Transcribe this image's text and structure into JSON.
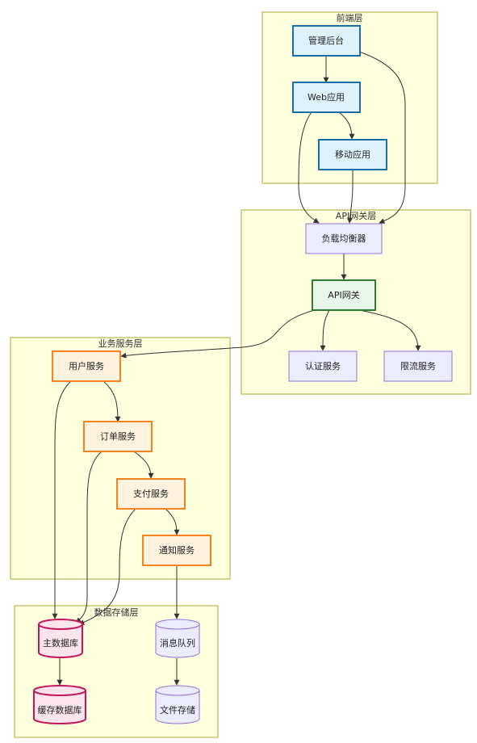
{
  "clusters": {
    "frontend": "前端层",
    "api": "API网关层",
    "business": "业务服务层",
    "data": "数据存储层"
  },
  "nodes": {
    "admin": "管理后台",
    "web": "Web应用",
    "mobile": "移动应用",
    "lb": "负载均衡器",
    "gateway": "API网关",
    "auth": "认证服务",
    "ratelimit": "限流服务",
    "user": "用户服务",
    "order": "订单服务",
    "pay": "支付服务",
    "notify": "通知服务",
    "maindb": "主数据库",
    "cachedb": "缓存数据库",
    "mq": "消息队列",
    "file": "文件存储"
  },
  "colors": {
    "frontend_fill": "#dff2fb",
    "frontend_stroke": "#1b6fa8",
    "api_fill": "#ececff",
    "api_stroke": "#9370db",
    "gateway_fill": "#e8f5e9",
    "gateway_stroke": "#2e7d32",
    "service_fill": "#fff2df",
    "service_stroke": "#f5821f",
    "db_fill": "#fce4ec",
    "db_stroke": "#c2185b",
    "storage_fill": "#ececff",
    "storage_stroke": "#9370db",
    "cluster_fill": "#ffffde",
    "cluster_stroke": "#aaaa33"
  }
}
